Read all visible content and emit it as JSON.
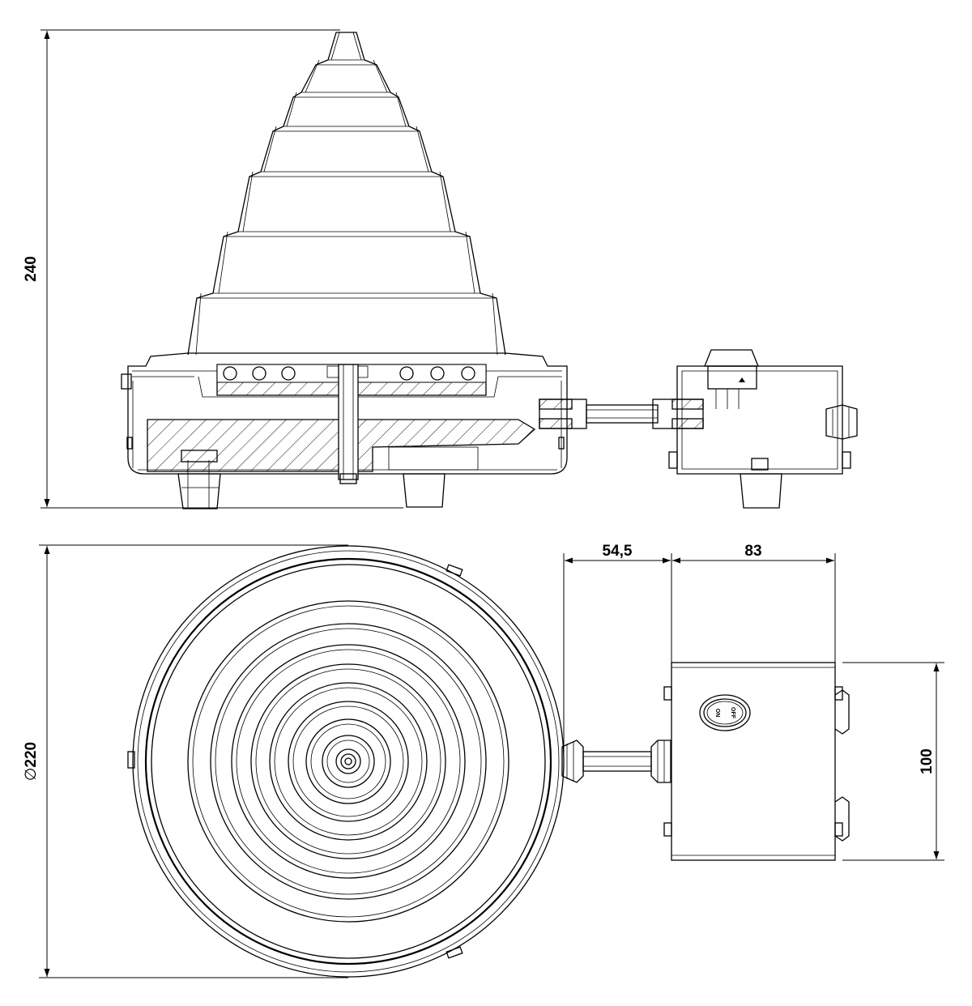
{
  "dimensions": {
    "height": "240",
    "diameter_symbol": "∅",
    "diameter": "220",
    "connector_length": "54,5",
    "box_width": "83",
    "box_height": "100"
  },
  "switch": {
    "on_label": "ON",
    "off_label": "OFF"
  }
}
